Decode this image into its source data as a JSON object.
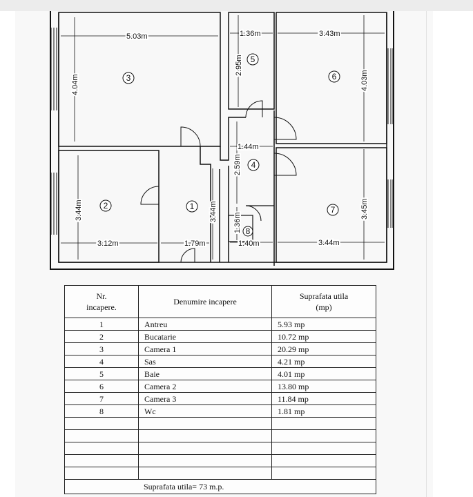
{
  "plan": {
    "rooms": [
      {
        "number": "1",
        "dims": [
          "3.44m",
          "1.79m"
        ]
      },
      {
        "number": "2",
        "dims": [
          "3.44m",
          "3.12m"
        ]
      },
      {
        "number": "3",
        "dims": [
          "5.03m",
          "4.04m"
        ]
      },
      {
        "number": "4",
        "dims": [
          "1.44m",
          "2.59m"
        ]
      },
      {
        "number": "5",
        "dims": [
          "1.36m",
          "2.95m"
        ]
      },
      {
        "number": "6",
        "dims": [
          "3.43m",
          "4.03m"
        ]
      },
      {
        "number": "7",
        "dims": [
          "3.44m",
          "3.45m"
        ]
      },
      {
        "number": "8",
        "dims": [
          "1.36m",
          "1.40m"
        ]
      }
    ]
  },
  "table": {
    "headers": [
      "Nr.\nincapere.",
      "Denumire incapere",
      "Suprafata utila\n(mp)"
    ],
    "rows": [
      {
        "nr": "1",
        "name": "Antreu",
        "area": "5.93 mp"
      },
      {
        "nr": "2",
        "name": "Bucatarie",
        "area": "10.72 mp"
      },
      {
        "nr": "3",
        "name": "Camera 1",
        "area": "20.29 mp"
      },
      {
        "nr": "4",
        "name": "Sas",
        "area": "4.21 mp"
      },
      {
        "nr": "5",
        "name": "Baie",
        "area": "4.01 mp"
      },
      {
        "nr": "6",
        "name": "Camera 2",
        "area": "13.80 mp"
      },
      {
        "nr": "7",
        "name": "Camera 3",
        "area": "11.84 mp"
      },
      {
        "nr": "8",
        "name": "Wc",
        "area": "1.81 mp"
      }
    ],
    "empty_rows": 5,
    "total_label": "Suprafata utila=",
    "total_value": "73",
    "total_unit": "m.p."
  }
}
